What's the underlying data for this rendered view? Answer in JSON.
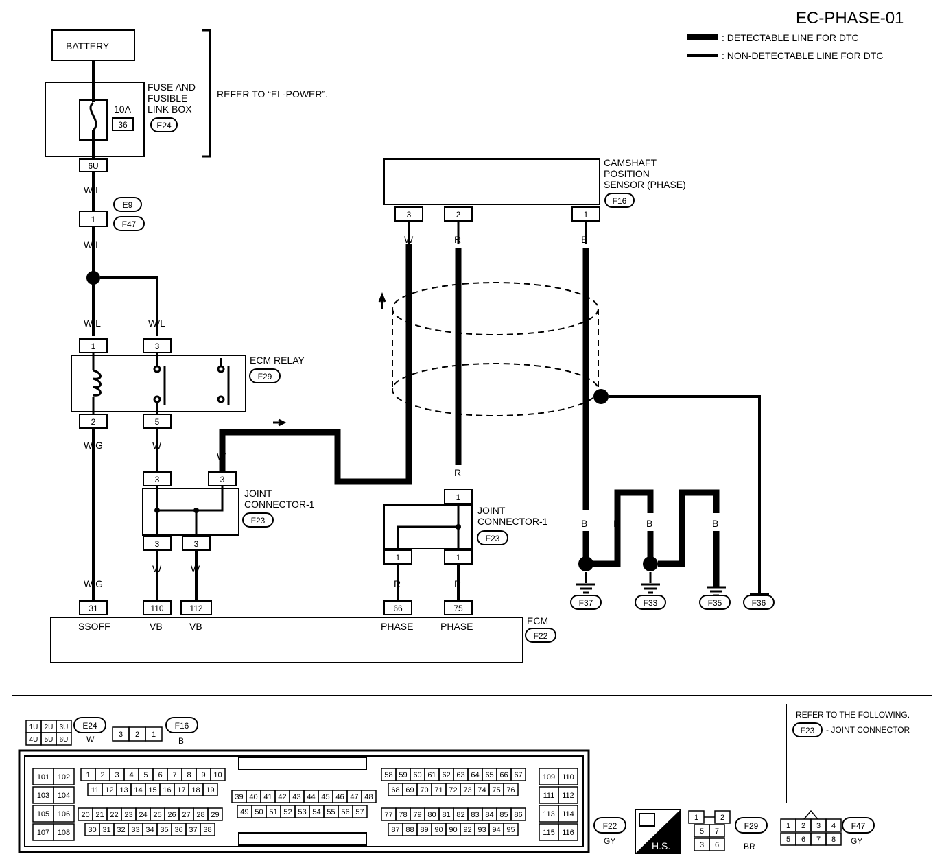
{
  "title": "EC-PHASE-01",
  "legend": {
    "detectable": ": DETECTABLE LINE FOR DTC",
    "non_detectable": ": NON-DETECTABLE LINE FOR DTC"
  },
  "battery": "BATTERY",
  "fuse_box": {
    "label_1": "FUSE AND",
    "label_2": "FUSIBLE",
    "label_3": "LINK BOX",
    "rating": "10A",
    "fuse_no": "36",
    "connector": "E24",
    "refer": "REFER TO “EL-POWER”.",
    "pin": "6U"
  },
  "wires": {
    "wl": "W/L",
    "wg": "W/G",
    "w": "W",
    "r": "R",
    "b": "B"
  },
  "connectors": {
    "e9": "E9",
    "f47": "F47",
    "f16": "F16",
    "f29": "F29",
    "f23": "F23",
    "f22": "F22",
    "f37": "F37",
    "f33": "F33",
    "f35": "F35",
    "f36": "F36",
    "e24": "E24"
  },
  "sensor": {
    "label_1": "CAMSHAFT",
    "label_2": "POSITION",
    "label_3": "SENSOR (PHASE)",
    "pin_3": "3",
    "pin_2": "2",
    "pin_1": "1"
  },
  "relay": {
    "label": "ECM RELAY",
    "pin_1": "1",
    "pin_3": "3",
    "pin_2": "2",
    "pin_5": "5"
  },
  "joint": {
    "label_1": "JOINT",
    "label_2": "CONNECTOR-1",
    "pin_3": "3",
    "pin_1": "1"
  },
  "ecm": {
    "label": "ECM",
    "pins": [
      "31",
      "110",
      "112",
      "66",
      "75"
    ],
    "names": [
      "SSOFF",
      "VB",
      "VB",
      "PHASE",
      "PHASE"
    ]
  },
  "bottom": {
    "e24_pins": [
      "1U",
      "2U",
      "3U",
      "4U",
      "5U",
      "6U"
    ],
    "e24_color": "W",
    "f16_pins": [
      "3",
      "2",
      "1"
    ],
    "f16_color": "B",
    "refer_following": "REFER TO THE FOLLOWING.",
    "joint_connector": "- JOINT CONNECTOR",
    "f22_color": "GY",
    "hs": "H.S.",
    "f29_pins": [
      "1",
      "2",
      "5",
      "7",
      "3",
      "6"
    ],
    "f29_color": "BR",
    "f47_pins": [
      "1",
      "2",
      "3",
      "4",
      "5",
      "6",
      "7",
      "8"
    ],
    "f47_color": "GY",
    "ecm_left": [
      "101",
      "102",
      "103",
      "104",
      "105",
      "106",
      "107",
      "108"
    ],
    "ecm_r1": [
      "1",
      "2",
      "3",
      "4",
      "5",
      "6",
      "7",
      "8",
      "9",
      "10"
    ],
    "ecm_r2": [
      "11",
      "12",
      "13",
      "14",
      "15",
      "16",
      "17",
      "18",
      "19"
    ],
    "ecm_r3": [
      "20",
      "21",
      "22",
      "23",
      "24",
      "25",
      "26",
      "27",
      "28",
      "29"
    ],
    "ecm_r4": [
      "30",
      "31",
      "32",
      "33",
      "34",
      "35",
      "36",
      "37",
      "38"
    ],
    "ecm_m1": [
      "39",
      "40",
      "41",
      "42",
      "43",
      "44",
      "45",
      "46",
      "47",
      "48"
    ],
    "ecm_m2": [
      "49",
      "50",
      "51",
      "52",
      "53",
      "54",
      "55",
      "56",
      "57"
    ],
    "ecm_c1": [
      "58",
      "59",
      "60",
      "61",
      "62",
      "63",
      "64",
      "65",
      "66",
      "67"
    ],
    "ecm_c2": [
      "68",
      "69",
      "70",
      "71",
      "72",
      "73",
      "74",
      "75",
      "76"
    ],
    "ecm_c3": [
      "77",
      "78",
      "79",
      "80",
      "81",
      "82",
      "83",
      "84",
      "85",
      "86"
    ],
    "ecm_c4": [
      "87",
      "88",
      "89",
      "90",
      "90",
      "92",
      "93",
      "94",
      "95"
    ],
    "ecm_right": [
      "109",
      "110",
      "111",
      "112",
      "113",
      "114",
      "115",
      "116"
    ]
  }
}
